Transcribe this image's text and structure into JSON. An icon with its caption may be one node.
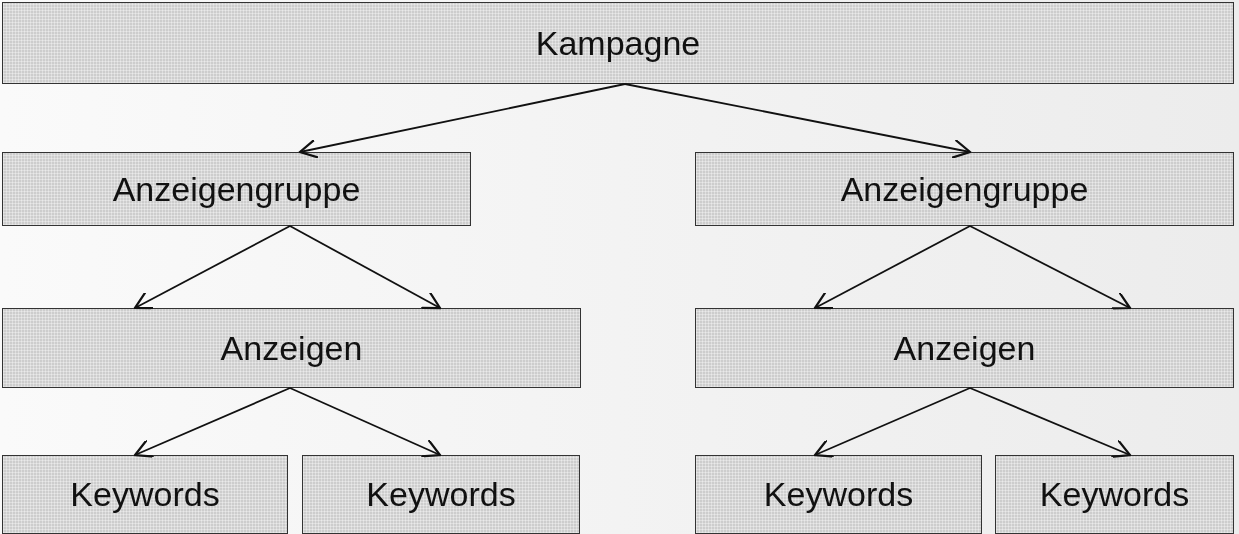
{
  "diagram": {
    "nodes": [
      {
        "text": [
          "Kampagne"
        ]
      },
      {
        "text": [
          "Anzeigengruppe"
        ]
      },
      {
        "text": [
          "Anzeigengruppe"
        ]
      },
      {
        "text": [
          "Anzeigen"
        ]
      },
      {
        "text": [
          "Anzeigen"
        ]
      },
      {
        "text": [
          "Keywords"
        ]
      },
      {
        "text": [
          "Keywords"
        ]
      },
      {
        "text": [
          "Keywords"
        ]
      },
      {
        "text": [
          "Keywords"
        ]
      }
    ],
    "edges": [
      {
        "from": 0,
        "to": 1,
        "arrow": "to"
      },
      {
        "from": 0,
        "to": 2,
        "arrow": "to"
      },
      {
        "from": 1,
        "to": 3,
        "arrow": "to"
      },
      {
        "from": 1,
        "to": 3,
        "arrow": "to"
      },
      {
        "from": 2,
        "to": 4,
        "arrow": "to"
      },
      {
        "from": 2,
        "to": 4,
        "arrow": "to"
      },
      {
        "from": 3,
        "to": 5,
        "arrow": "to"
      },
      {
        "from": 3,
        "to": 6,
        "arrow": "to"
      },
      {
        "from": 4,
        "to": 7,
        "arrow": "to"
      },
      {
        "from": 4,
        "to": 8,
        "arrow": "to"
      }
    ]
  }
}
